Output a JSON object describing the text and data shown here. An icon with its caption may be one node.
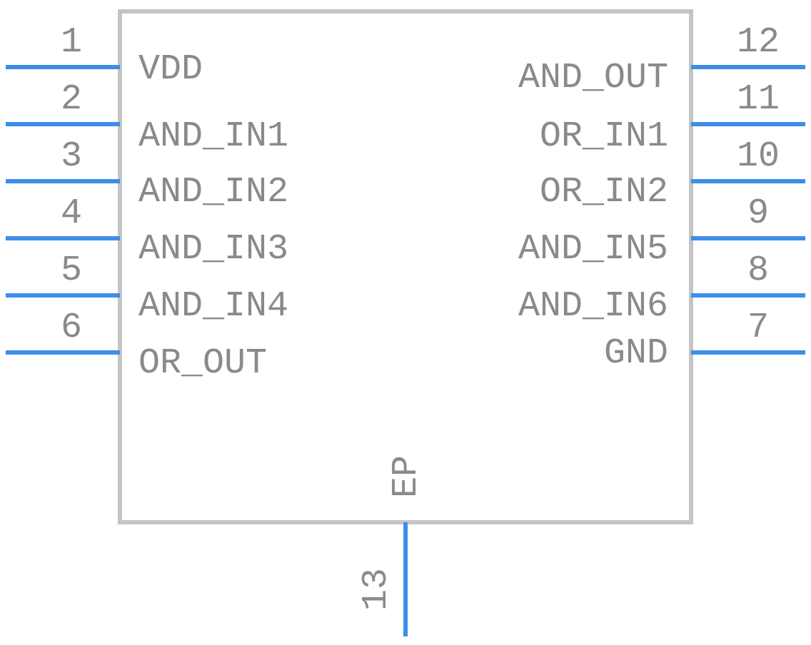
{
  "diagram": {
    "labels": [
      "1",
      "VDD",
      "AND_OUT",
      "12",
      "2",
      "AND_IN1",
      "OR_IN1",
      "11",
      "3",
      "AND_IN2",
      "OR_IN2",
      "10",
      "4",
      "AND_IN3",
      "AND_IN5",
      "9",
      "5",
      "AND_IN4",
      "AND_IN6",
      "8",
      "6",
      "OR_OUT",
      "GND",
      "7",
      "EP",
      "13"
    ]
  }
}
